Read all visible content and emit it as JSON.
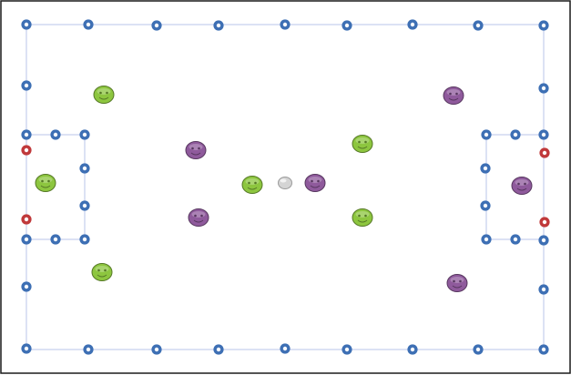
{
  "colors": {
    "frame": "#1a1a1a",
    "field_line": "#b9c4ea",
    "marker_blue": "#3d6fb4",
    "marker_red": "#c0393b",
    "player_green": "#8dc63f",
    "player_purple": "#8f5a9c",
    "ball": "#d4d4d4"
  },
  "icons": {
    "boundary_marker": "ring-marker-icon",
    "goal_marker": "ring-marker-icon",
    "team_green": "smiley-face-icon",
    "team_purple": "smiley-face-icon",
    "ball": "ball-icon"
  },
  "teams": [
    {
      "name": "green",
      "color_key": "player_green",
      "players": 6
    },
    {
      "name": "purple",
      "color_key": "player_purple",
      "players": 6
    }
  ]
}
